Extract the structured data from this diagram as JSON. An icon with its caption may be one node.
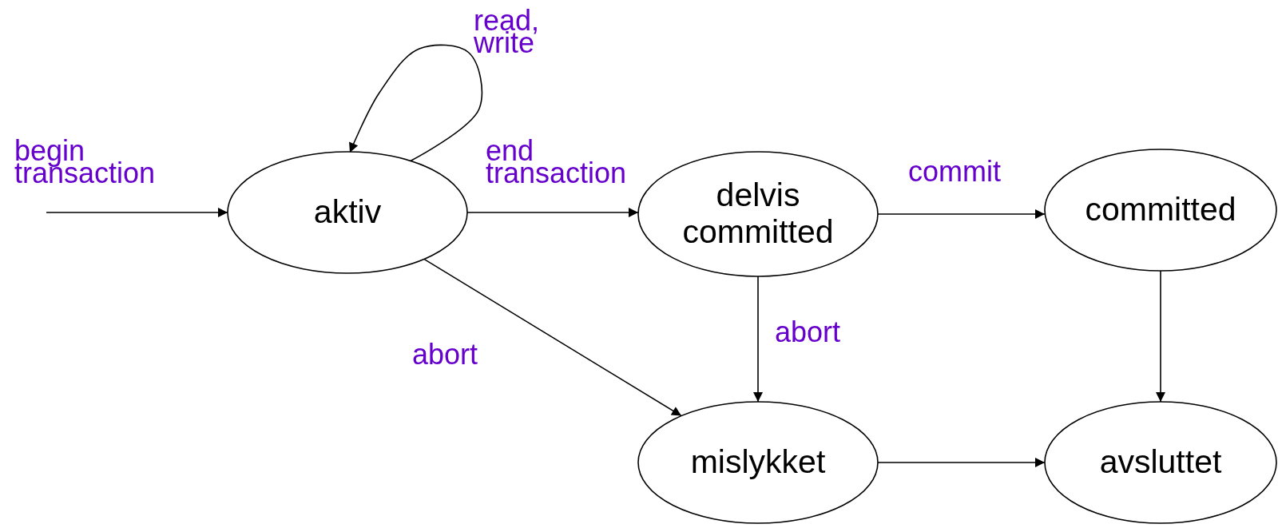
{
  "diagram": {
    "nodes": [
      {
        "text": [
          "aktiv"
        ]
      },
      {
        "text": [
          "delvis committed"
        ]
      },
      {
        "text": [
          "committed"
        ]
      },
      {
        "text": [
          "mislykket"
        ]
      },
      {
        "text": [
          "avsluttet"
        ]
      }
    ],
    "edges": [
      {
        "from": null,
        "to": 0,
        "arrow": "to",
        "label": "begin transaction"
      },
      {
        "from": 0,
        "to": 0,
        "arrow": "to",
        "label": "read, write"
      },
      {
        "from": 0,
        "to": 1,
        "arrow": "to",
        "label": "end transaction"
      },
      {
        "from": 1,
        "to": 2,
        "arrow": "to",
        "label": "commit"
      },
      {
        "from": 0,
        "to": 3,
        "arrow": "to",
        "label": "abort"
      },
      {
        "from": 1,
        "to": 3,
        "arrow": "to",
        "label": "abort"
      },
      {
        "from": 2,
        "to": 4,
        "arrow": "to"
      },
      {
        "from": 3,
        "to": 4,
        "arrow": "to"
      }
    ]
  }
}
